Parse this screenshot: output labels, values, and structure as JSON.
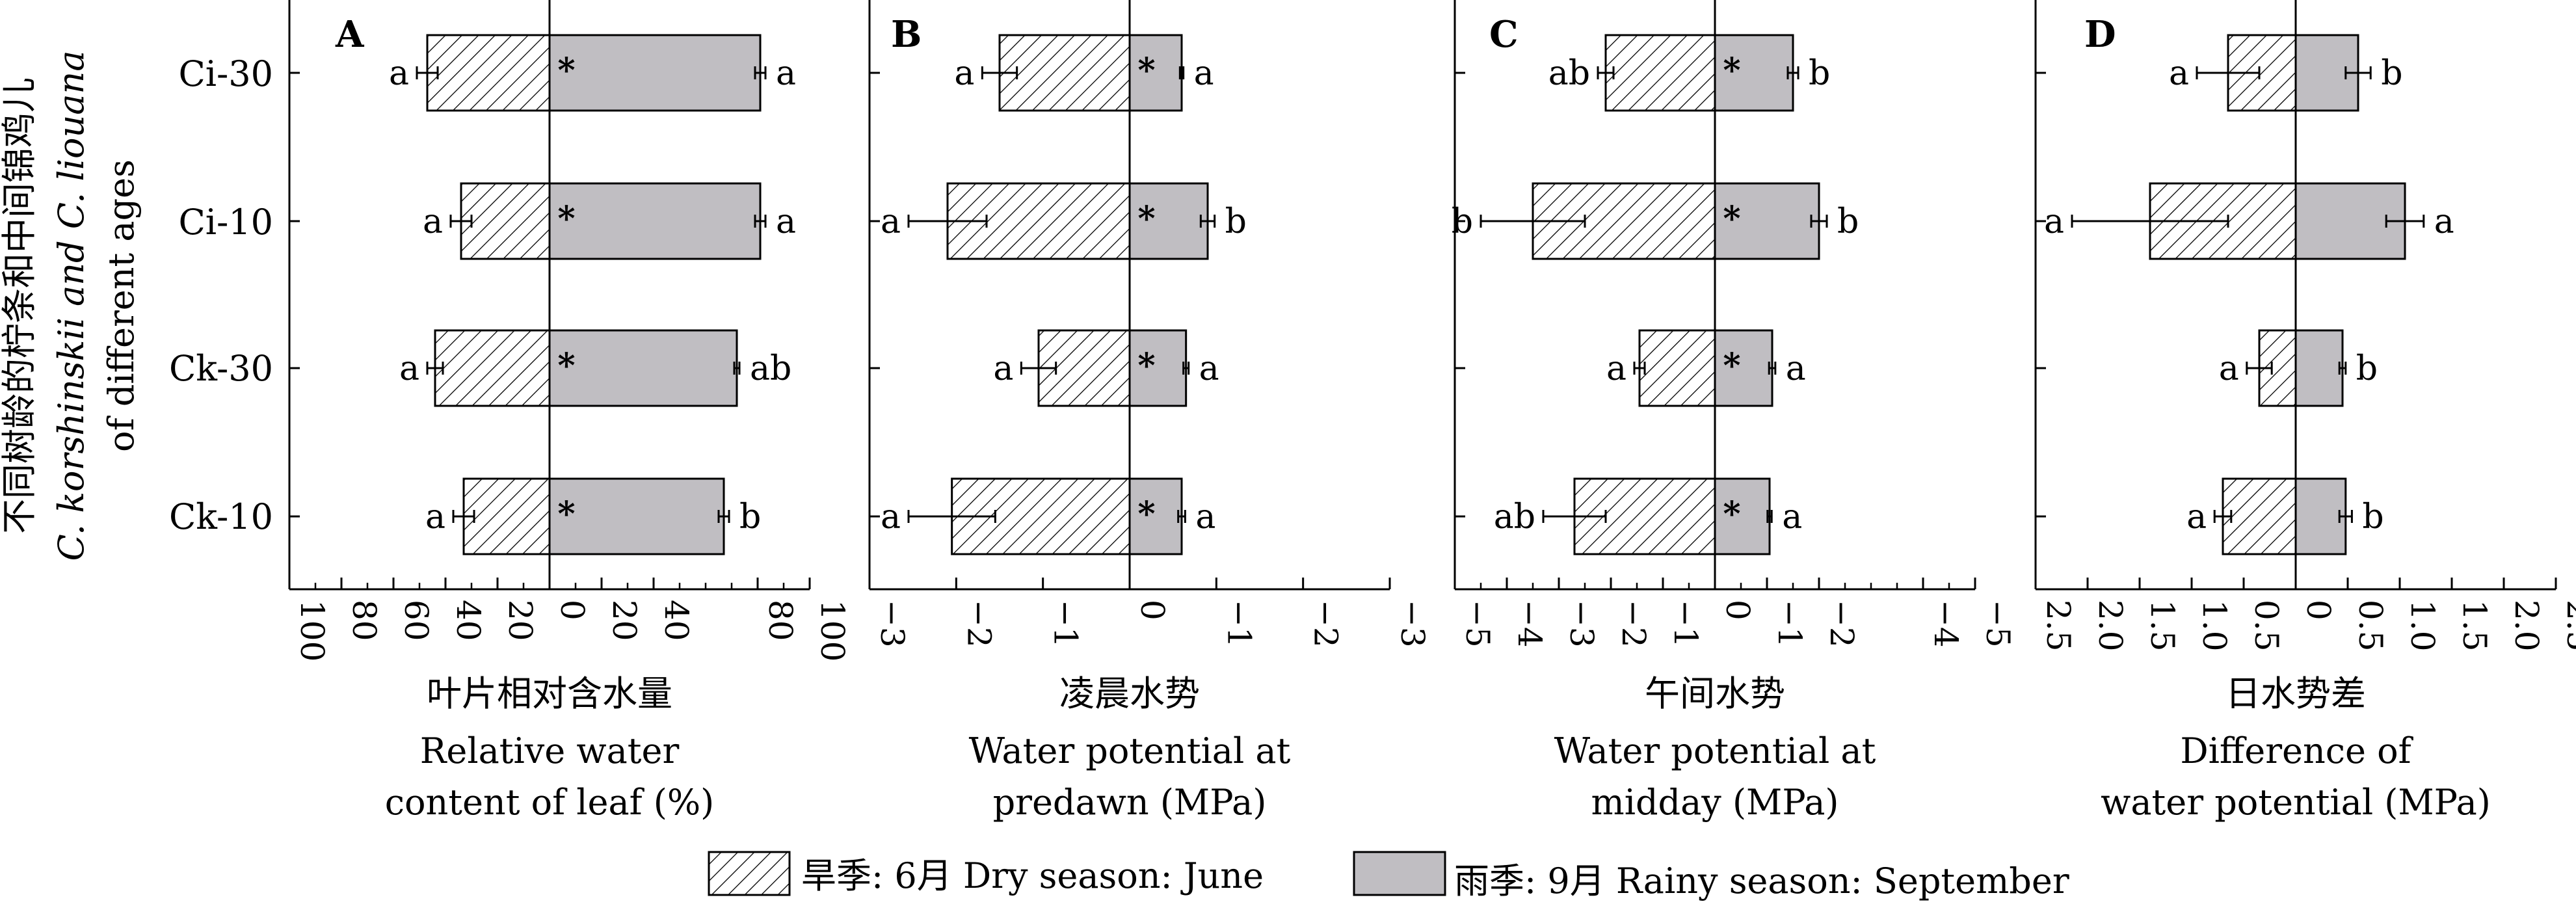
{
  "figure": {
    "y_axis_title_lines": [
      "不同树龄的柠条和中间锦鸡儿",
      "C. korshinskii and C. liouana",
      "of different ages"
    ],
    "categories": [
      "Ci-30",
      "Ci-10",
      "Ck-30",
      "Ck-10"
    ],
    "legend": {
      "dry": "旱季: 6月 Dry season: June",
      "rainy": "雨季: 9月 Rainy season: September"
    },
    "colors": {
      "dry_fill": "#ffffff",
      "rainy_fill": "#c0bec2",
      "stroke": "#000000"
    }
  },
  "chart_data": [
    {
      "type": "bar",
      "panel": "A",
      "orientation": "horizontal-butterfly",
      "xlabel_lines": [
        "叶片相对含水量",
        "Relative water",
        "content of leaf (%)"
      ],
      "xlim": [
        100,
        100
      ],
      "tick_labels": [
        "100",
        "80",
        "60",
        "40",
        "20",
        "0",
        "20",
        "40",
        "80",
        "100"
      ],
      "categories": [
        "Ci-30",
        "Ci-10",
        "Ck-30",
        "Ck-10"
      ],
      "series": [
        {
          "name": "旱季: 6月 Dry season: June",
          "values": [
            47,
            34,
            44,
            33
          ],
          "errors": [
            4,
            4,
            3,
            4
          ],
          "letters": [
            "a",
            "a",
            "a",
            "a"
          ]
        },
        {
          "name": "雨季: 9月 Rainy season: September",
          "values": [
            81,
            81,
            72,
            67
          ],
          "errors": [
            2,
            2,
            1,
            2
          ],
          "letters": [
            "a",
            "a",
            "ab",
            "b"
          ]
        }
      ],
      "significance": [
        "*",
        "*",
        "*",
        "*"
      ]
    },
    {
      "type": "bar",
      "panel": "B",
      "orientation": "horizontal-butterfly",
      "xlabel_lines": [
        "凌晨水势",
        "Water potential at",
        "predawn (MPa)"
      ],
      "xlim": [
        -3,
        -3
      ],
      "tick_labels": [
        "−3",
        "−2",
        "−1",
        "0",
        "−1",
        "−2",
        "−3"
      ],
      "categories": [
        "Ci-30",
        "Ci-10",
        "Ck-30",
        "Ck-10"
      ],
      "series": [
        {
          "name": "旱季: 6月 Dry season: June",
          "values": [
            -1.5,
            -2.1,
            -1.05,
            -2.05
          ],
          "errors": [
            0.2,
            0.45,
            0.2,
            0.5
          ],
          "letters": [
            "a",
            "a",
            "a",
            "a"
          ]
        },
        {
          "name": "雨季: 9月 Rainy season: September",
          "values": [
            -0.6,
            -0.9,
            -0.65,
            -0.6
          ],
          "errors": [
            0.02,
            0.08,
            0.03,
            0.04
          ],
          "letters": [
            "a",
            "b",
            "a",
            "a"
          ]
        }
      ],
      "significance": [
        "*",
        "*",
        "*",
        "*"
      ]
    },
    {
      "type": "bar",
      "panel": "C",
      "orientation": "horizontal-butterfly",
      "xlabel_lines": [
        "午间水势",
        "Water potential at",
        "midday (MPa)"
      ],
      "xlim": [
        -5,
        -5
      ],
      "tick_labels": [
        "−5",
        "−4",
        "−3",
        "−2",
        "−1",
        "0",
        "−1",
        "−2",
        "−4",
        "−5"
      ],
      "categories": [
        "Ci-30",
        "Ci-10",
        "Ck-30",
        "Ck-10"
      ],
      "series": [
        {
          "name": "旱季: 6月 Dry season: June",
          "values": [
            -2.1,
            -3.5,
            -1.45,
            -2.7
          ],
          "errors": [
            0.15,
            1.0,
            0.1,
            0.6
          ],
          "letters": [
            "ab",
            "b",
            "a",
            "ab"
          ]
        },
        {
          "name": "雨季: 9月 Rainy season: September",
          "values": [
            -1.5,
            -2.0,
            -1.1,
            -1.05
          ],
          "errors": [
            0.1,
            0.15,
            0.06,
            0.04
          ],
          "letters": [
            "b",
            "b",
            "a",
            "a"
          ]
        }
      ],
      "significance": [
        "*",
        "*",
        "*",
        "*"
      ]
    },
    {
      "type": "bar",
      "panel": "D",
      "orientation": "horizontal-butterfly",
      "xlabel_lines": [
        "日水势差",
        "Difference of",
        "water potential (MPa)"
      ],
      "xlim": [
        2.5,
        2.5
      ],
      "tick_labels": [
        "2.5",
        "2.0",
        "1.5",
        "1.0",
        "0.5",
        "0",
        "0.5",
        "1.0",
        "1.5",
        "2.0",
        "2.5"
      ],
      "categories": [
        "Ci-30",
        "Ci-10",
        "Ck-30",
        "Ck-10"
      ],
      "series": [
        {
          "name": "旱季: 6月 Dry season: June",
          "values": [
            0.65,
            1.4,
            0.35,
            0.7
          ],
          "errors": [
            0.3,
            0.75,
            0.12,
            0.08
          ],
          "letters": [
            "a",
            "a",
            "a",
            "a"
          ]
        },
        {
          "name": "雨季: 9月 Rainy season: September",
          "values": [
            0.6,
            1.05,
            0.45,
            0.48
          ],
          "errors": [
            0.12,
            0.18,
            0.03,
            0.06
          ],
          "letters": [
            "b",
            "a",
            "b",
            "b"
          ]
        }
      ],
      "significance": [
        "",
        "",
        "",
        ""
      ]
    }
  ]
}
